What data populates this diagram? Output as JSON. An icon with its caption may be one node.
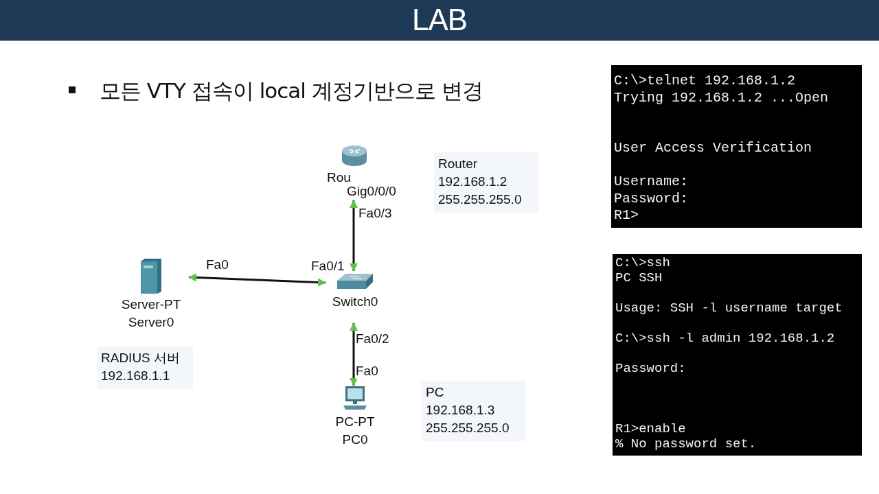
{
  "diagram": {
    "title": "LAB",
    "nodes": [
      {
        "text": [
          "Rou"
        ]
      },
      {
        "text": [
          "Switch0"
        ]
      },
      {
        "text": [
          "Server-PT",
          "Server0"
        ]
      },
      {
        "text": [
          "PC-PT",
          "PC0"
        ]
      },
      {
        "text": [
          "Router",
          "192.168.1.2",
          "255.255.255.0"
        ]
      },
      {
        "text": [
          "RADIUS 서버",
          "192.168.1.1"
        ]
      },
      {
        "text": [
          "PC",
          "192.168.1.3",
          "255.255.255.0"
        ]
      }
    ],
    "edges": [
      {
        "from": 2,
        "to": 1,
        "arrow": "both"
      },
      {
        "from": 1,
        "to": 0,
        "arrow": "both"
      },
      {
        "from": 1,
        "to": 3,
        "arrow": "both"
      }
    ],
    "labels": [
      "모든 VTY 접속이 local 계정기반으로 변경",
      "Gig0/0/0",
      "Fa0/3",
      "Fa0",
      "Fa0/1",
      "Fa0/2",
      "Fa0",
      "C:\\>telnet 192.168.1.2",
      "Trying 192.168.1.2 ...Open",
      "User Access Verification",
      "Username:",
      "Password:",
      "R1>",
      "C:\\>ssh",
      "PC SSH",
      "Usage: SSH -l username target",
      "C:\\>ssh -l admin 192.168.1.2",
      "Password:",
      "R1>enable",
      "% No password set."
    ]
  }
}
